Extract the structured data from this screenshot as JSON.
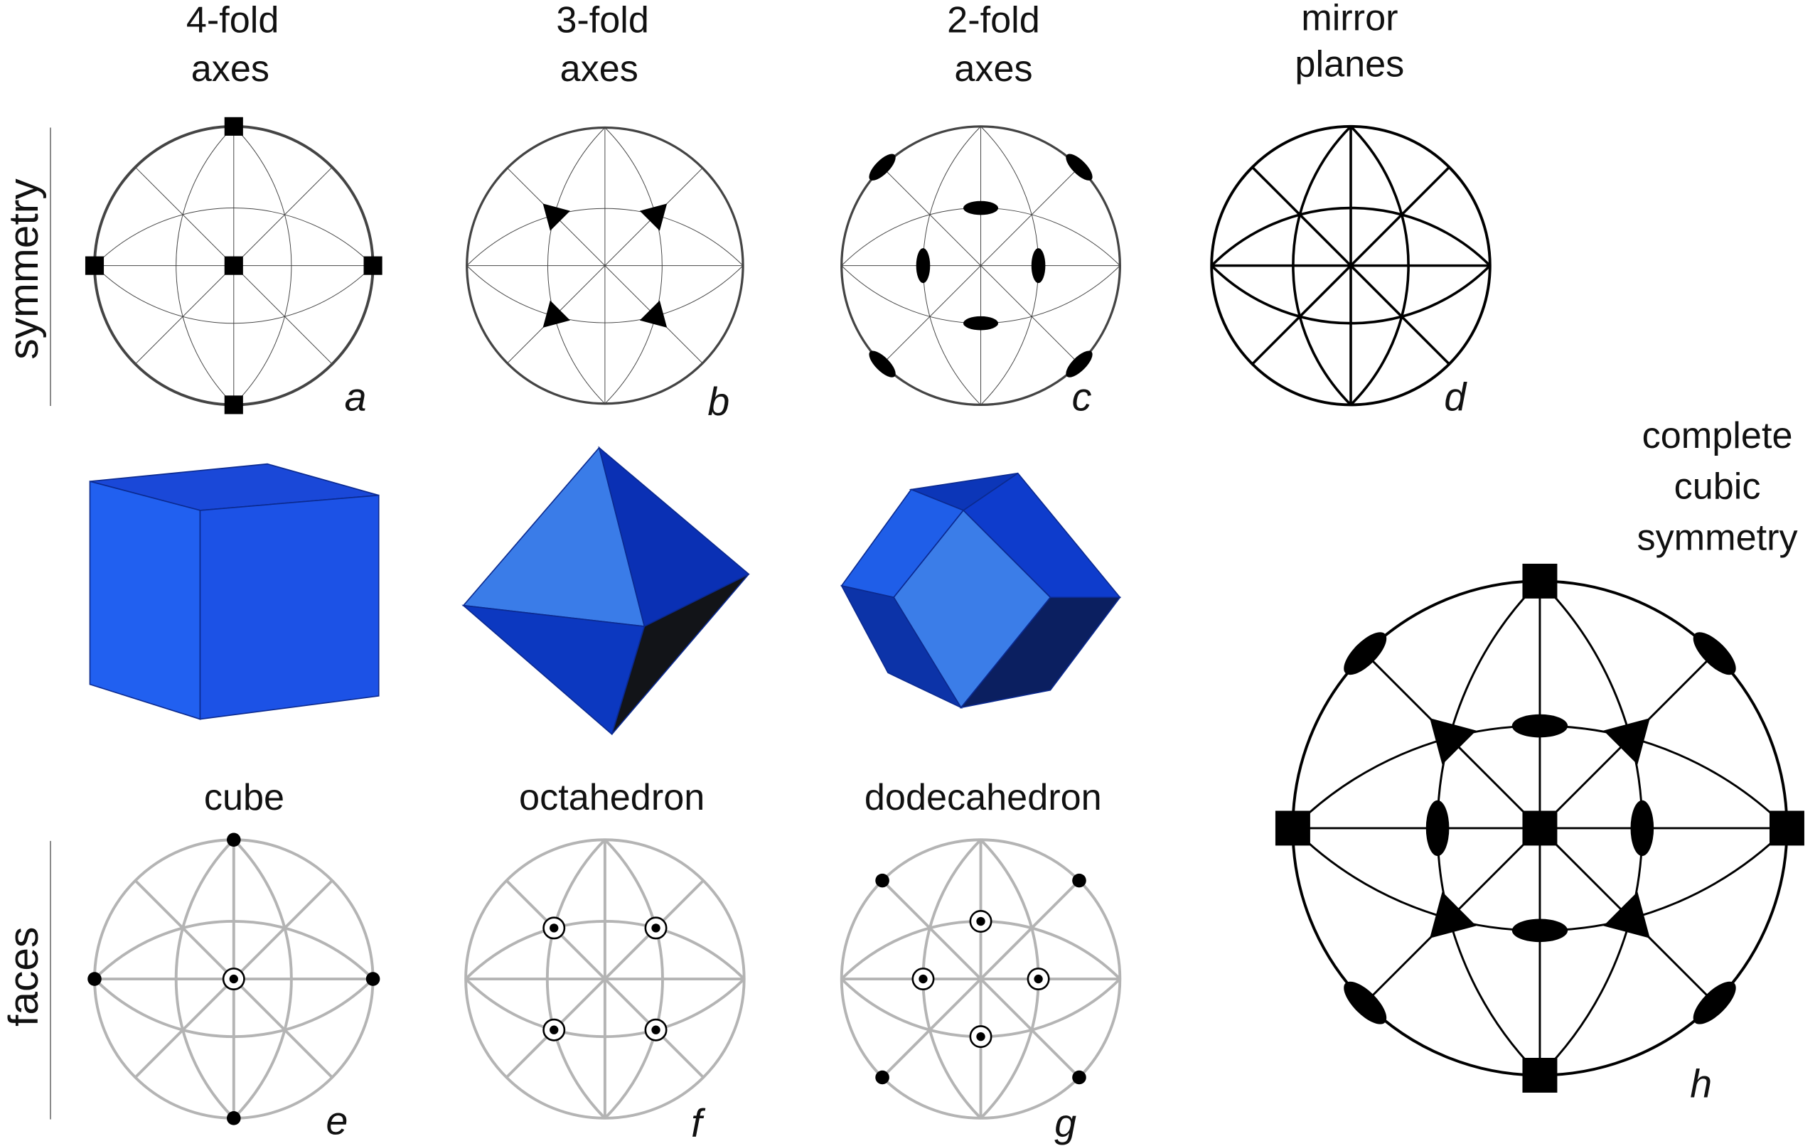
{
  "headers": {
    "fourfold": [
      "4-fold",
      "axes"
    ],
    "threefold": [
      "3-fold",
      "axes"
    ],
    "twofold": [
      "2-fold",
      "axes"
    ],
    "mirror": [
      "mirror",
      "planes"
    ],
    "complete": [
      "complete",
      "cubic",
      "symmetry"
    ]
  },
  "row_labels": {
    "symmetry": "symmetry",
    "faces": "faces"
  },
  "solids": {
    "cube": "cube",
    "octahedron": "octahedron",
    "dodecahedron": "dodecahedron"
  },
  "panel_letters": {
    "a": "a",
    "b": "b",
    "c": "c",
    "d": "d",
    "e": "e",
    "f": "f",
    "g": "g",
    "h": "h"
  },
  "colors": {
    "blue": "#1f55e6",
    "blue_light": "#3b7ff0",
    "blue_dark": "#0b2fa8",
    "net_grey": "#b4b4b4"
  }
}
